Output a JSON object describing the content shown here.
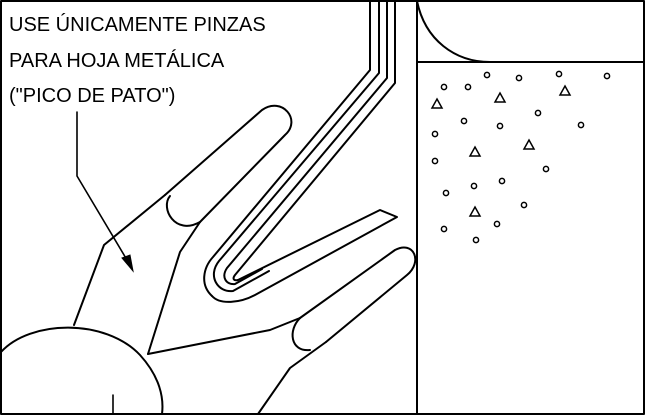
{
  "caption": {
    "lines": [
      "USE ÚNICAMENTE PINZAS",
      "PARA HOJA METÁLICA",
      "(\"PICO DE PATO\")"
    ]
  },
  "colors": {
    "ink": "#000000",
    "background": "#ffffff"
  }
}
